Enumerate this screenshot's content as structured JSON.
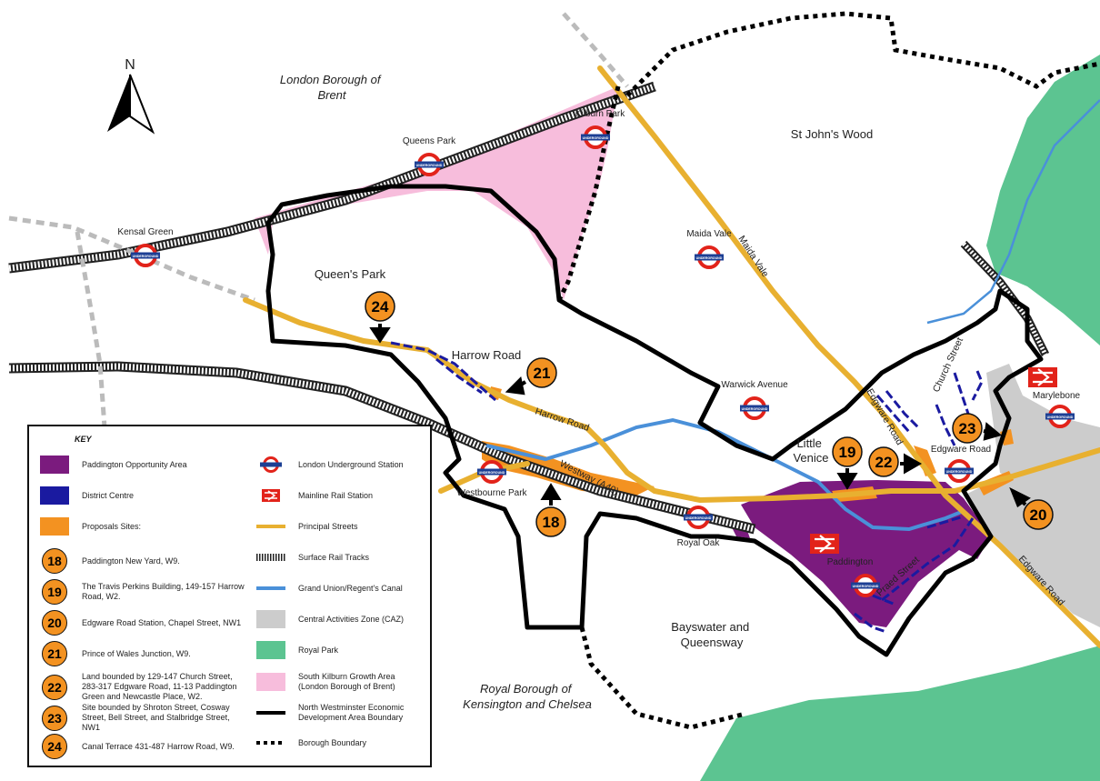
{
  "colors": {
    "opportunity_area": "#7b1b7e",
    "district_centre": "#1a1aa0",
    "proposal": "#f39221",
    "street": "#e8b030",
    "canal": "#4a90d9",
    "caz": "#cccccc",
    "park": "#5cc491",
    "growth_area": "#f7bddc",
    "boundary": "#000000",
    "underground_red": "#e2231a",
    "underground_blue": "#1c3f94"
  },
  "north": {
    "label": "N"
  },
  "areas": {
    "brent": "London Borough of\nBrent",
    "st_johns_wood": "St John's Wood",
    "queens_park": "Queen's Park",
    "little_venice": "Little\nVenice",
    "bayswater": "Bayswater and\nQueensway",
    "kensington": "Royal Borough of\nKensington and Chelsea",
    "harrow_road": "Harrow Road"
  },
  "stations": {
    "kensal_green": "Kensal Green",
    "queens_park": "Queens Park",
    "kilburn_park": "Kilburn Park",
    "maida_vale": "Maida Vale",
    "warwick_avenue": "Warwick Avenue",
    "westbourne_park": "Westbourne Park",
    "royal_oak": "Royal Oak",
    "paddington": "Paddington",
    "edgware_road": "Edgware Road",
    "marylebone": "Marylebone",
    "roundel_text": "UNDERGROUND"
  },
  "streets": {
    "maida_vale": "Maida Vale",
    "harrow_road": "Harrow Road",
    "westway": "Westway (A40)",
    "edgware_road_n": "Edgware Road",
    "edgware_road_s": "Edgware Road",
    "church_street": "Church Street",
    "praed_street": "Praed Street"
  },
  "sites": [
    "18",
    "19",
    "20",
    "21",
    "22",
    "23",
    "24"
  ],
  "key": {
    "title": "KEY",
    "left": [
      {
        "type": "swatch",
        "color": "#7b1b7e",
        "text": "Paddington Opportunity Area"
      },
      {
        "type": "swatch",
        "color": "#1a1aa0",
        "text": "District Centre"
      },
      {
        "type": "swatch",
        "color": "#f39221",
        "text": "Proposals Sites:"
      },
      {
        "type": "num",
        "num": "18",
        "text": "Paddington New Yard, W9."
      },
      {
        "type": "num",
        "num": "19",
        "text": "The Travis Perkins Building, 149-157 Harrow Road, W2."
      },
      {
        "type": "num",
        "num": "20",
        "text": "Edgware Road Station, Chapel Street, NW1"
      },
      {
        "type": "num",
        "num": "21",
        "text": "Prince of Wales Junction, W9."
      },
      {
        "type": "num",
        "num": "22",
        "text": "Land bounded by 129-147 Church Street, 283-317 Edgware Road, 11-13 Paddington Green and Newcastle Place, W2."
      },
      {
        "type": "num",
        "num": "23",
        "text": "Site bounded by Shroton Street, Cosway Street, Bell Street, and Stalbridge Street, NW1"
      },
      {
        "type": "num",
        "num": "24",
        "text": "Canal Terrace 431-487 Harrow Road, W9."
      }
    ],
    "right": [
      {
        "type": "underground",
        "text": "London Underground Station"
      },
      {
        "type": "rail",
        "text": "Mainline Rail Station"
      },
      {
        "type": "line",
        "color": "#e8b030",
        "text": "Principal Streets"
      },
      {
        "type": "tracks",
        "text": "Surface Rail Tracks"
      },
      {
        "type": "line",
        "color": "#4a90d9",
        "text": "Grand Union/Regent's Canal"
      },
      {
        "type": "swatch",
        "color": "#cccccc",
        "text": "Central Activities Zone (CAZ)"
      },
      {
        "type": "swatch",
        "color": "#5cc491",
        "text": "Royal Park"
      },
      {
        "type": "swatch",
        "color": "#f7bddc",
        "text": "South Kilburn Growth Area (London Borough of Brent)"
      },
      {
        "type": "boundary",
        "text": "North Westminster Economic Development Area Boundary"
      },
      {
        "type": "dotted",
        "text": "Borough Boundary"
      }
    ]
  }
}
